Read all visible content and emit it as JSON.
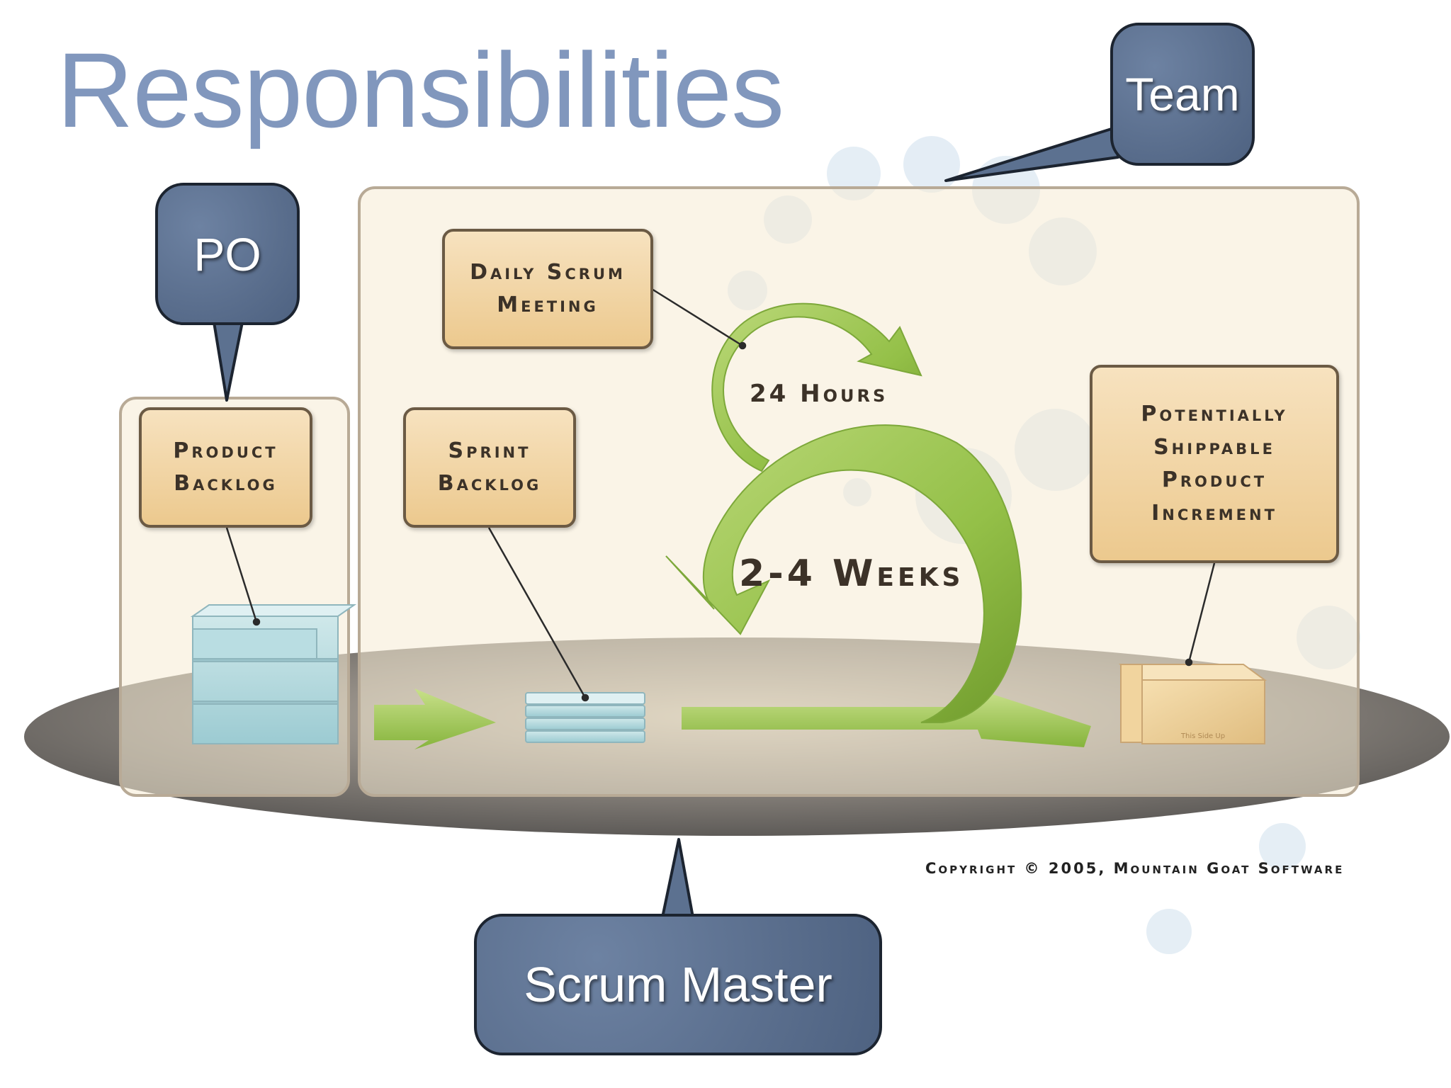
{
  "slide": {
    "title": "Responsibilities"
  },
  "callouts": {
    "team": "Team",
    "po": "PO",
    "scrum_master": "Scrum Master"
  },
  "diagram": {
    "daily_scrum": "Daily Scrum\nMeeting",
    "product_backlog": "Product\nBacklog",
    "sprint_backlog": "Sprint\nBacklog",
    "increment": "Potentially\nShippable\nProduct\nIncrement",
    "hours_label": "24 Hours",
    "weeks_label": "2-4 Weeks",
    "box_stamp": "This Side Up",
    "copyright": "Copyright © 2005, Mountain Goat Software"
  }
}
